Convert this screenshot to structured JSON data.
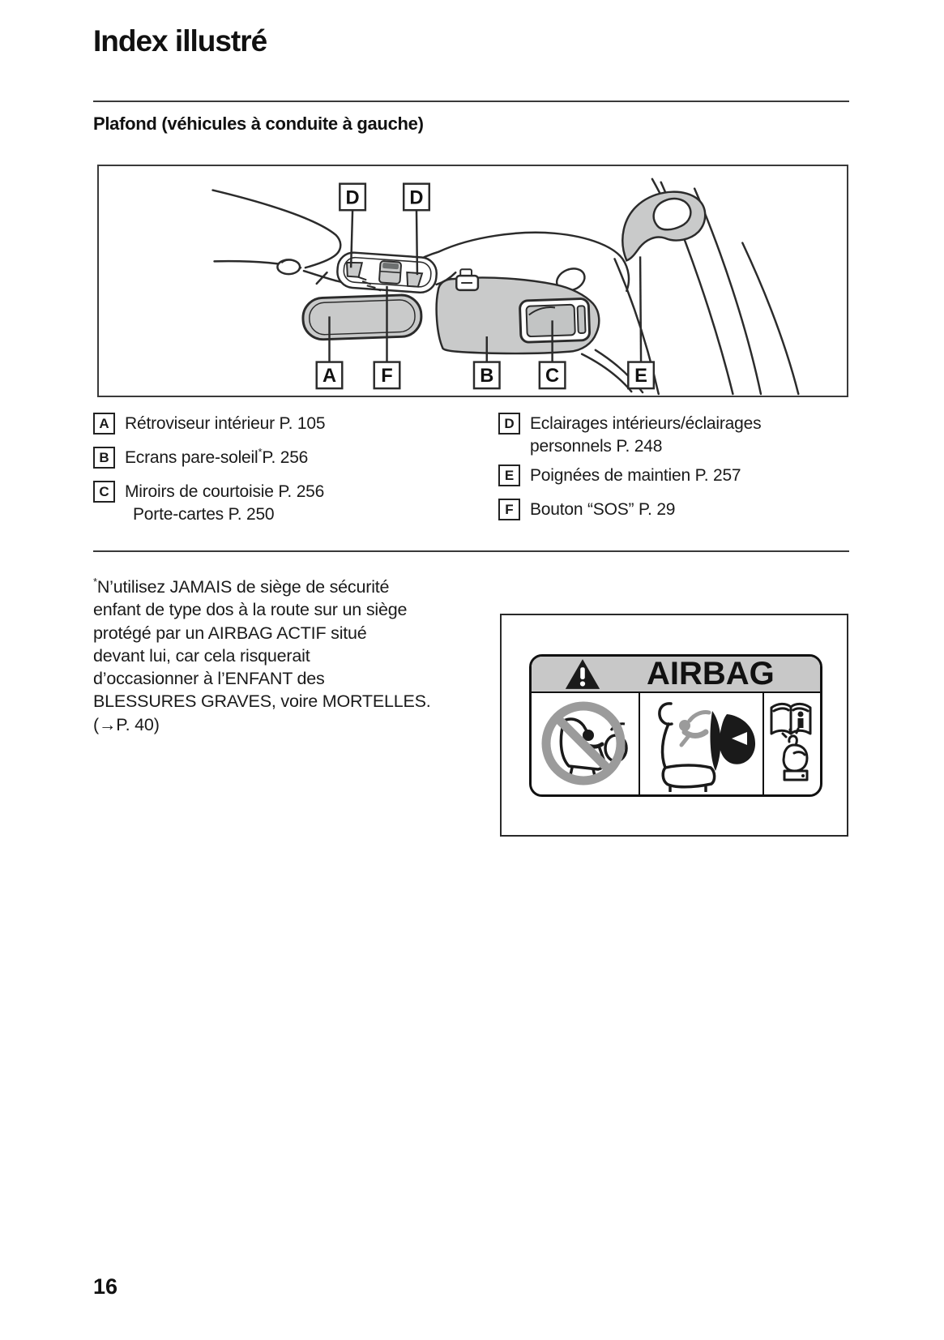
{
  "page": {
    "title": "Index illustré",
    "section_heading": "Plafond (véhicules à conduite à gauche)",
    "page_number": "16"
  },
  "diagram": {
    "top_callouts": [
      "D",
      "D"
    ],
    "bottom_callouts": [
      "A",
      "F",
      "B",
      "C",
      "E"
    ]
  },
  "legend": {
    "left": [
      {
        "key": "A",
        "text": "Rétroviseur intérieur P. 105"
      },
      {
        "key": "B",
        "text_pre": "Ecrans pare-soleil",
        "sup": "*",
        "text_post": "P. 256"
      },
      {
        "key": "C",
        "text": "Miroirs de courtoisie P. 256",
        "text2": "Porte-cartes P. 250"
      }
    ],
    "right": [
      {
        "key": "D",
        "text": "Eclairages intérieurs/éclairages",
        "text2": "personnels P. 248"
      },
      {
        "key": "E",
        "text": "Poignées de maintien P. 257"
      },
      {
        "key": "F",
        "text": "Bouton “SOS” P. 29"
      }
    ]
  },
  "footnote": {
    "sup": "*",
    "lines": [
      "N’utilisez JAMAIS de siège de sécurité",
      "enfant de type dos à la route sur un siège",
      "protégé par un AIRBAG ACTIF situé",
      "devant lui, car cela risquerait",
      "d’occasionner à l’ENFANT des",
      "BLESSURES GRAVES, voire MORTELLES.",
      "(→P. 40)"
    ]
  },
  "airbag_label": {
    "title": "AIRBAG"
  },
  "icons": {
    "header": "warning-triangle-icon",
    "cell1": "no-rear-facing-child-seat-icon",
    "cell2": "airbag-deployment-icon",
    "cell3": "read-owners-manual-icon"
  },
  "colors": {
    "line": "#2b2b2b",
    "gray_fill": "#c9caca",
    "band_gray": "#c8c8c8",
    "prohibition_gray": "#9b9b9b",
    "text": "#1a1a1a"
  }
}
